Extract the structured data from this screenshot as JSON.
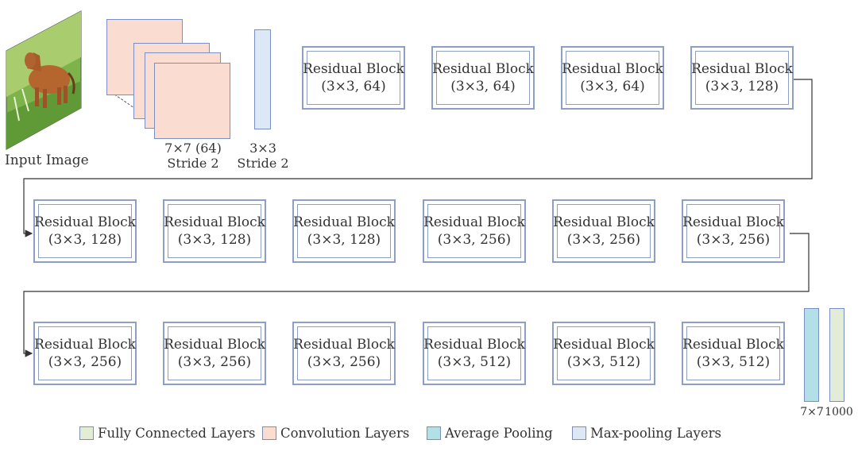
{
  "input": {
    "label": "Input Image"
  },
  "conv_layer": {
    "line1": "7×7 (64)",
    "line2": "Stride 2"
  },
  "maxpool_layer": {
    "line1": "3×3",
    "line2": "Stride 2"
  },
  "blocks": [
    {
      "title": "Residual Block",
      "param": "(3×3, 64)"
    },
    {
      "title": "Residual Block",
      "param": "(3×3, 64)"
    },
    {
      "title": "Residual Block",
      "param": "(3×3, 64)"
    },
    {
      "title": "Residual Block",
      "param": "(3×3, 128)"
    },
    {
      "title": "Residual Block",
      "param": "(3×3, 128)"
    },
    {
      "title": "Residual Block",
      "param": "(3×3, 128)"
    },
    {
      "title": "Residual Block",
      "param": "(3×3, 128)"
    },
    {
      "title": "Residual Block",
      "param": "(3×3, 256)"
    },
    {
      "title": "Residual Block",
      "param": "(3×3, 256)"
    },
    {
      "title": "Residual Block",
      "param": "(3×3, 256)"
    },
    {
      "title": "Residual Block",
      "param": "(3×3, 256)"
    },
    {
      "title": "Residual Block",
      "param": "(3×3, 256)"
    },
    {
      "title": "Residual Block",
      "param": "(3×3, 256)"
    },
    {
      "title": "Residual Block",
      "param": "(3×3, 512)"
    },
    {
      "title": "Residual Block",
      "param": "(3×3, 512)"
    },
    {
      "title": "Residual Block",
      "param": "(3×3, 512)"
    }
  ],
  "avgpool_layer": {
    "label": "7×7"
  },
  "fc_layer": {
    "label": "1000"
  },
  "legend": [
    {
      "label": "Fully Connected Layers",
      "color": "#e3ecd6"
    },
    {
      "label": "Convolution Layers",
      "color": "#fadcd0"
    },
    {
      "label": "Average Pooling",
      "color": "#b3dfe6"
    },
    {
      "label": "Max-pooling Layers",
      "color": "#dce8f5"
    }
  ]
}
